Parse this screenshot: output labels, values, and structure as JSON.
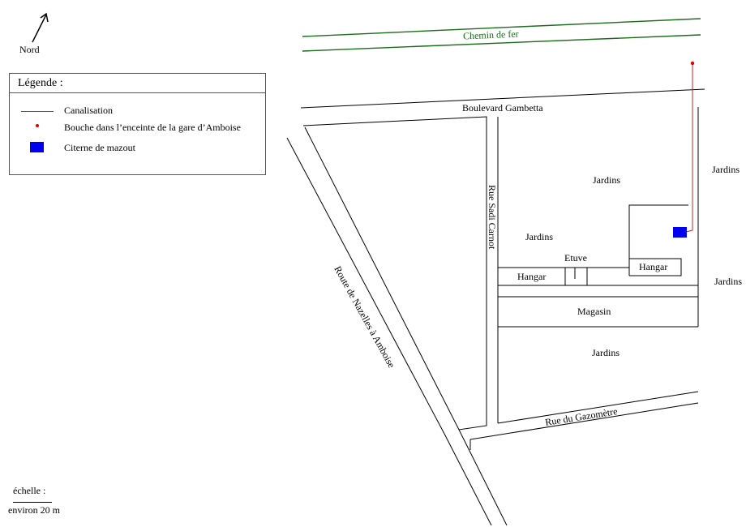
{
  "north": {
    "label": "Nord"
  },
  "legend": {
    "title": "Légende :",
    "items": [
      {
        "symbol": "line",
        "label": "Canalisation",
        "color": "#cc2222"
      },
      {
        "symbol": "dot",
        "label": "Bouche dans l’enceinte de la gare d’Amboise",
        "color": "#dd0000"
      },
      {
        "symbol": "square",
        "label": "Citerne de mazout",
        "color": "#0000ee"
      }
    ]
  },
  "map": {
    "railway": {
      "label": "Chemin de fer",
      "color": "#1a6b1a"
    },
    "streets": {
      "gambetta": "Boulevard Gambetta",
      "sadi_carnot": "Rue Sadi Carnot",
      "nazelles": "Route de Nazelles à Amboise",
      "gazometre": "Rue du Gazomètre"
    },
    "places": {
      "jardins_top": "Jardins",
      "jardins_left": "Jardins",
      "jardins_right_1": "Jardins",
      "jardins_right_2": "Jardins",
      "jardins_bottom": "Jardins",
      "etuve": "Etuve",
      "hangar_left": "Hangar",
      "hangar_right": "Hangar",
      "magasin": "Magasin"
    }
  },
  "scale": {
    "title": "échelle :",
    "value": "environ 20 m"
  }
}
